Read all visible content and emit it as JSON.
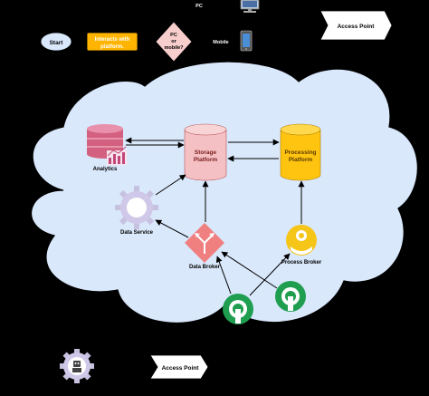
{
  "flow": {
    "start": "Start",
    "interacts": [
      "Interacts with",
      "platform."
    ],
    "decision": [
      "PC",
      "or",
      "mobile?"
    ],
    "pc_label": "PC",
    "mobile_label": "Mobile",
    "access_point_top": "Access Point"
  },
  "cloud": {
    "analytics": "Analytics",
    "storage": [
      "Storage",
      "Platform"
    ],
    "processing": [
      "Processing",
      "Platform"
    ],
    "data_service": "Data Service",
    "data_broker": "Data Broker",
    "process_broker": "Process Broker"
  },
  "bottom": {
    "access_point": "Access Point"
  },
  "colors": {
    "background": "#000000",
    "cloud_fill": "#dae8fc",
    "start_fill": "#dae8fc",
    "interacts_fill": "#ffb400",
    "decision_fill": "#f8cecc",
    "storage_fill": "#f5c0c4",
    "processing_fill": "#ffc410",
    "broker_fill": "#f08080",
    "process_broker_fill": "#f5c518",
    "sensor_green": "#1f9e50",
    "gear_fill": "#d0c8e8"
  }
}
